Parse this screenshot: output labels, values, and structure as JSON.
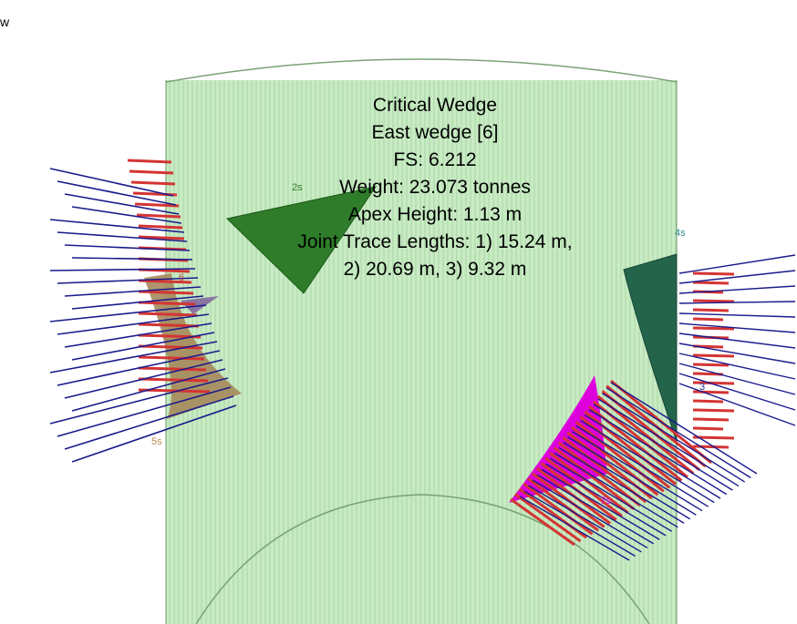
{
  "corner_text": "w",
  "info": {
    "title": "Critical Wedge",
    "wedge_name": "East wedge [6]",
    "fs": "FS: 6.212",
    "weight": "Weight: 23.073 tonnes",
    "apex_height": "Apex Height: 1.13 m",
    "trace_lengths_line1": "Joint Trace Lengths: 1) 15.24 m,",
    "trace_lengths_line2": "2) 20.69 m,  3) 9.32 m"
  },
  "wedge_labels": {
    "w2": "2s",
    "w4": "4s",
    "w5": "5s",
    "w6": "6",
    "w7": "7s",
    "w3": "3"
  },
  "colors": {
    "tunnel_fill": "#c8ebc4",
    "tunnel_lines": "#8fbf8a",
    "wedge_2": "#2f7d2a",
    "wedge_4": "#23644a",
    "wedge_5": "#a58a5c",
    "wedge_7": "#dd00dd",
    "bolt_red": "#d43434",
    "bolt_blue": "#1a1a8c"
  }
}
